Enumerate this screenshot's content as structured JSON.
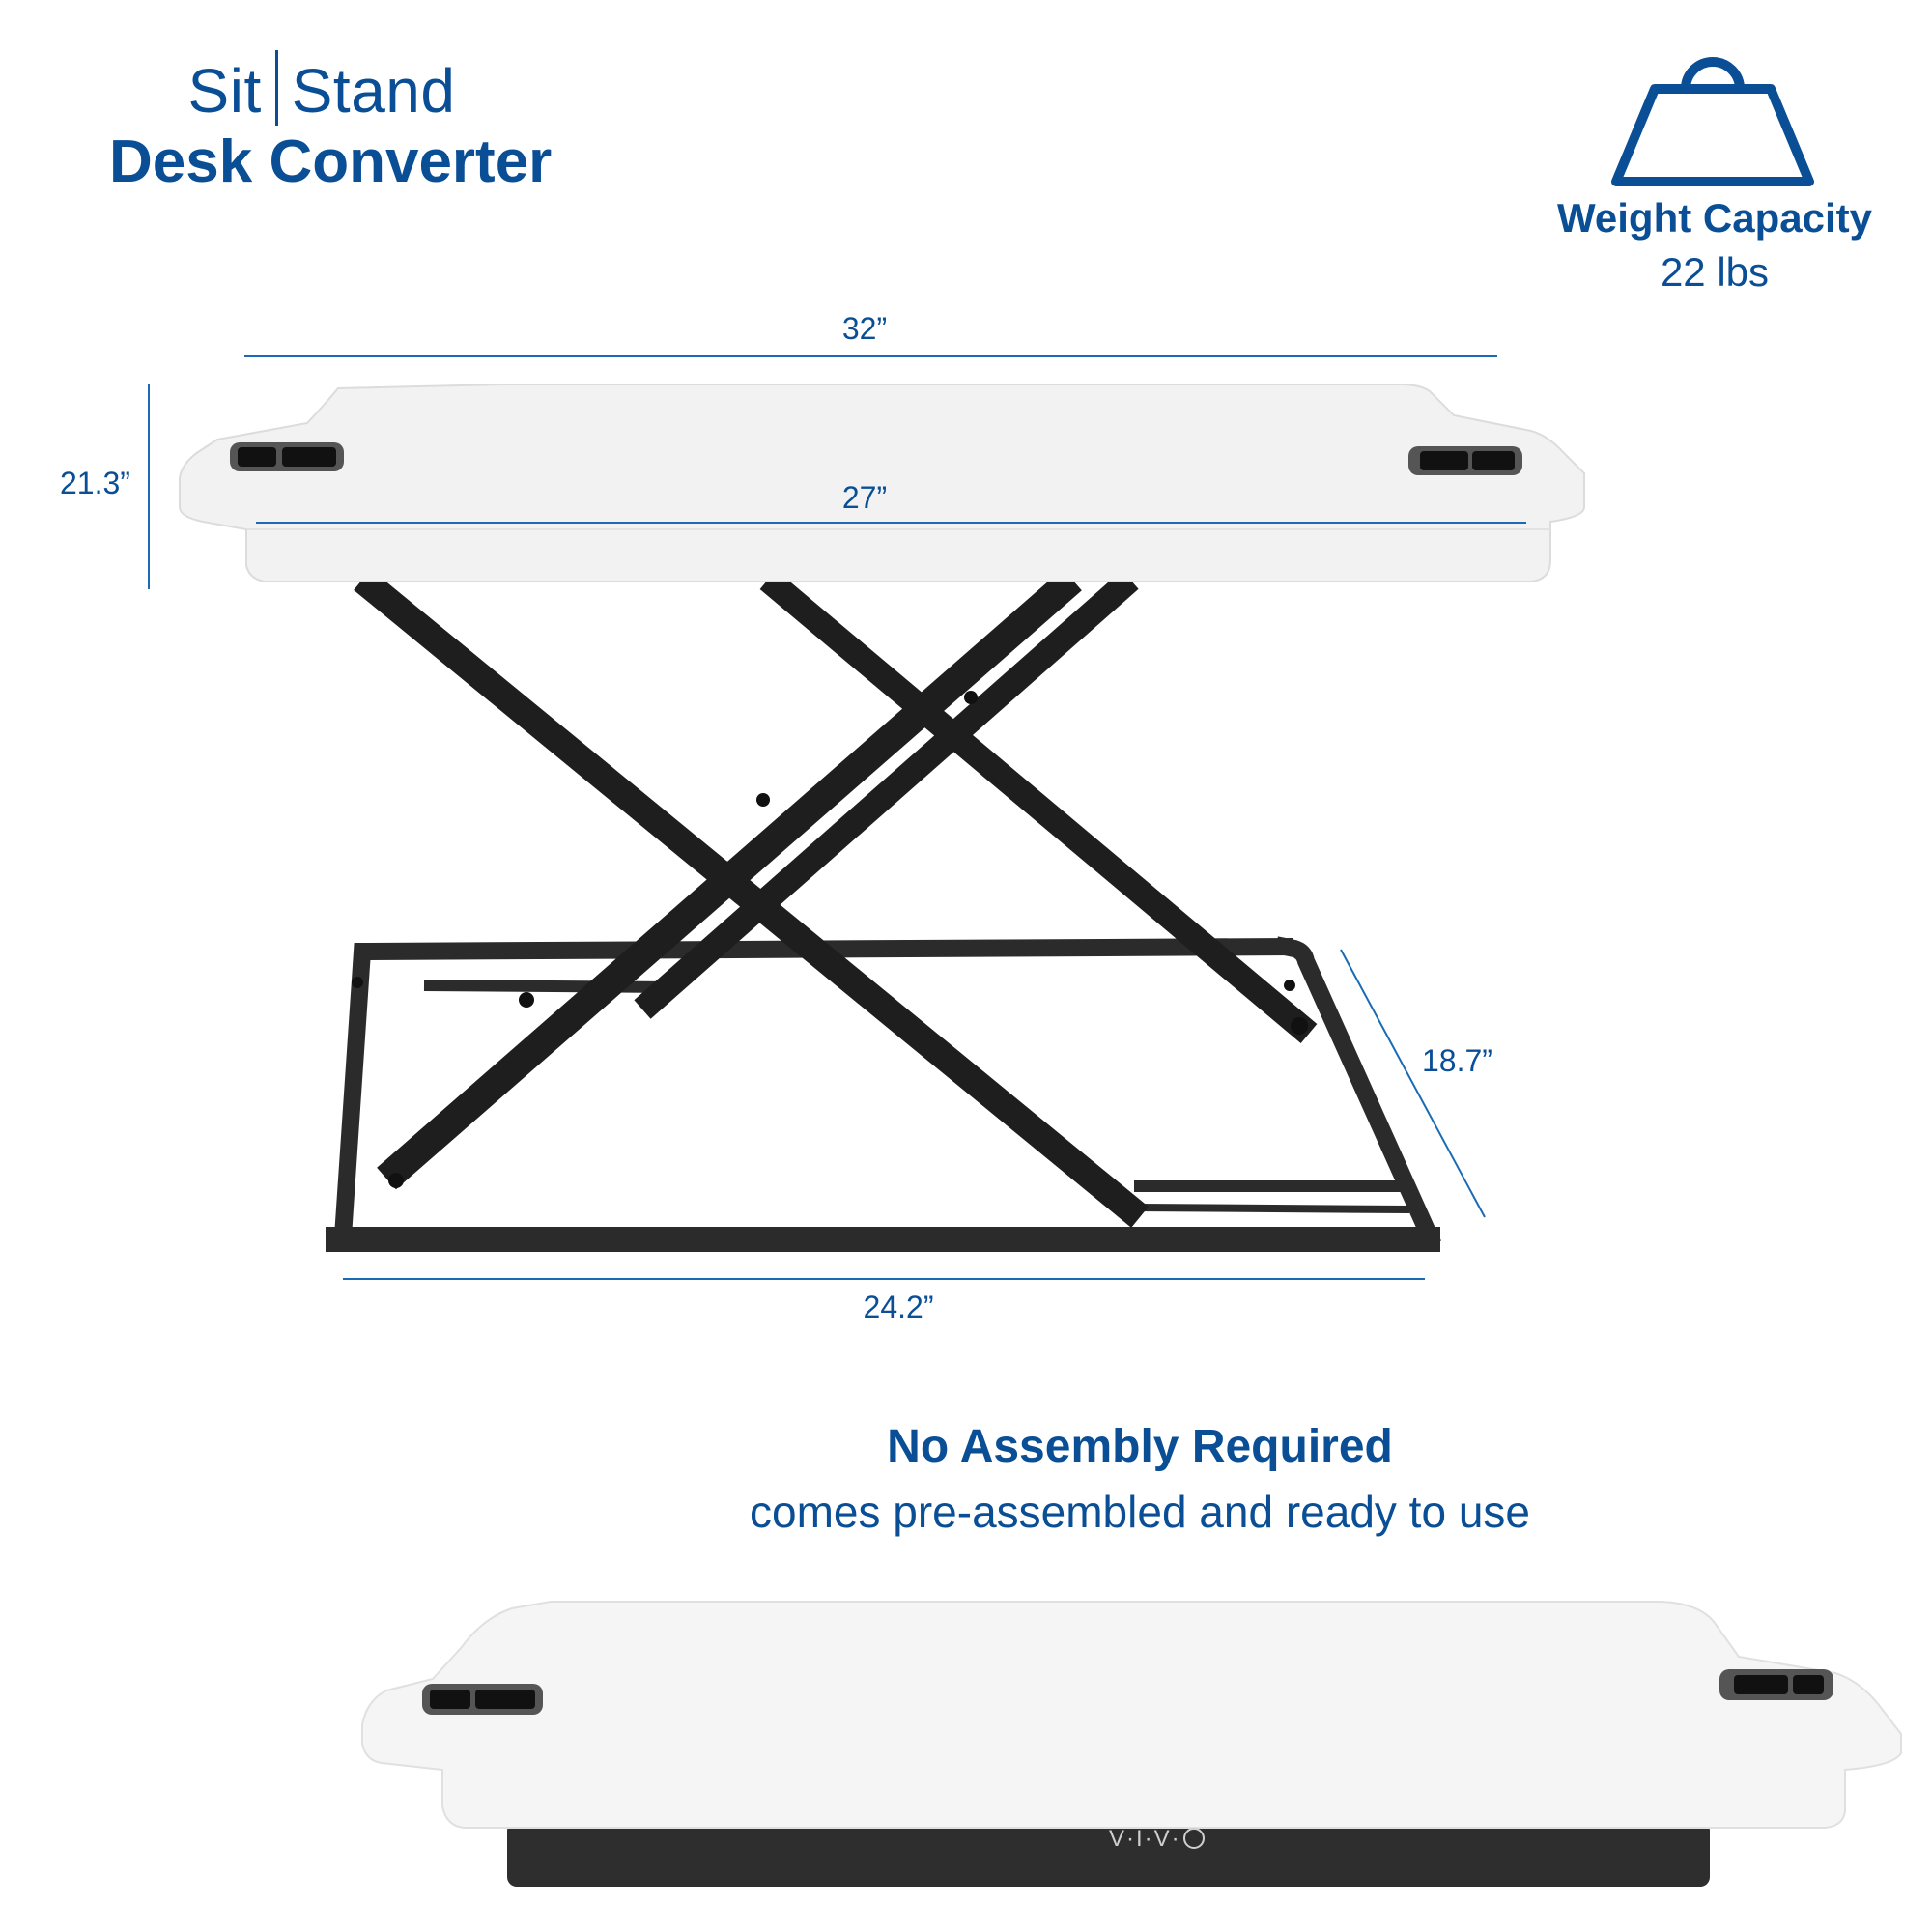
{
  "header": {
    "title_part1": "Sit",
    "title_part2": "Stand",
    "title_main": "Desk Converter"
  },
  "weight": {
    "icon": "weight-icon",
    "label": "Weight Capacity",
    "value": "22 lbs"
  },
  "dimensions": {
    "width_top": "32”",
    "width_inner": "27”",
    "height": "21.3”",
    "depth": "18.7”",
    "base_width": "24.2”"
  },
  "feature": {
    "title": "No Assembly Required",
    "subtitle": "comes pre-assembled and ready to use"
  },
  "brand": {
    "logo_text": "V·I·V·"
  },
  "colors": {
    "brand_blue": "#0a4f96",
    "dimension_line": "#1a6bb5",
    "frame": "#2a2a2a",
    "desktop": "#f3f3f3"
  }
}
